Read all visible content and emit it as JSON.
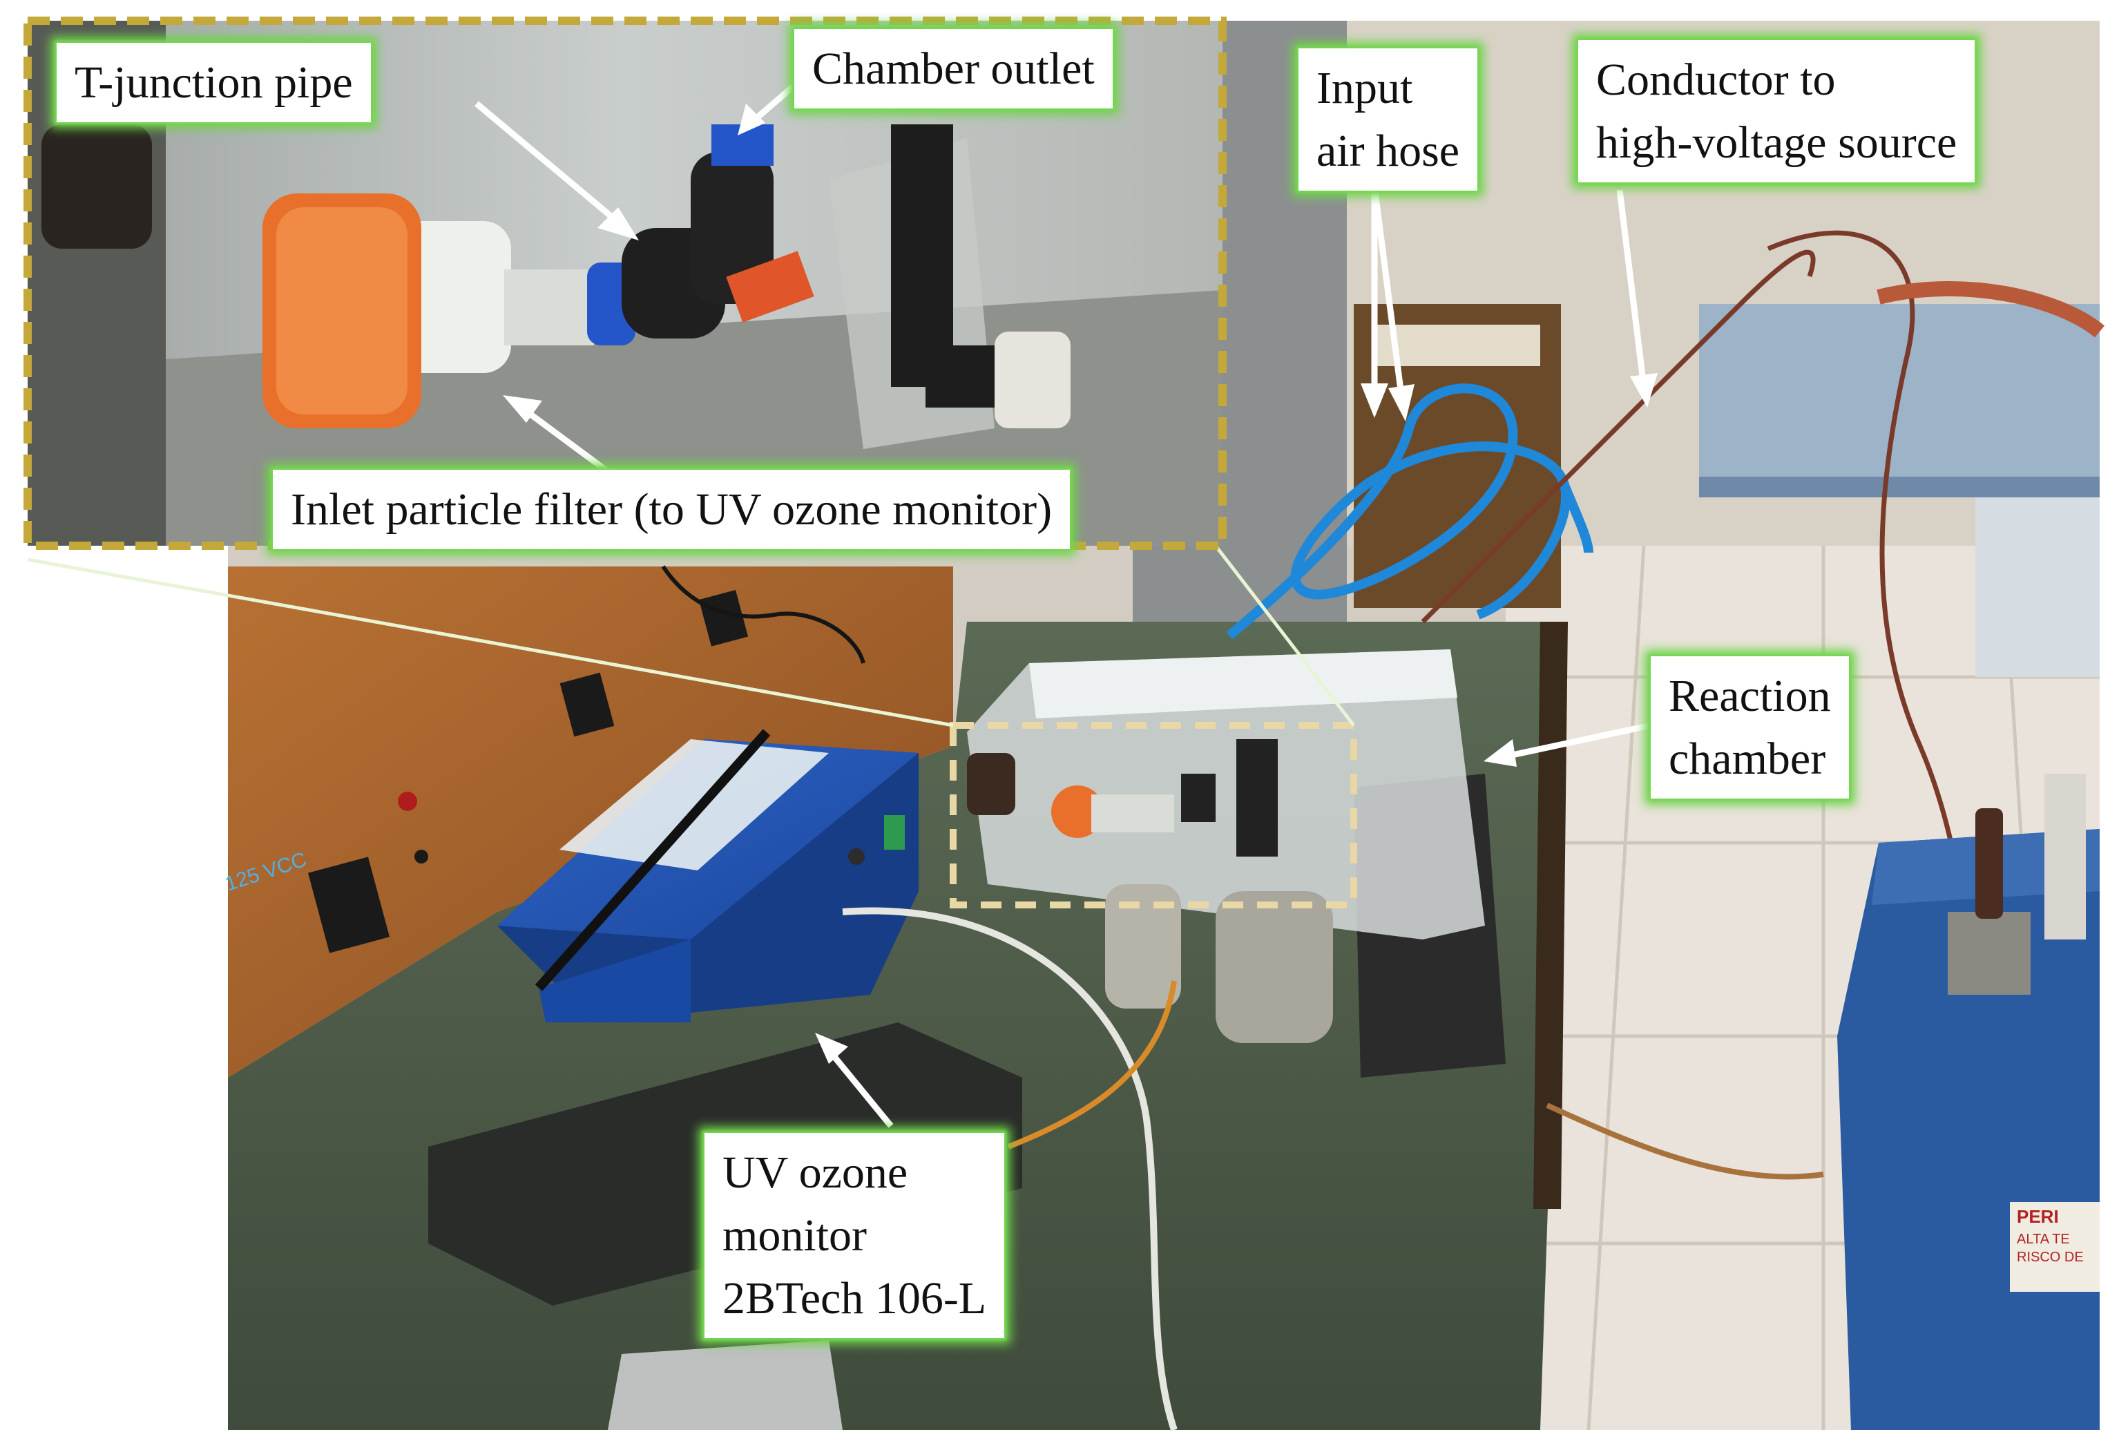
{
  "labels": {
    "t_junction": "T-junction pipe",
    "chamber_outlet": "Chamber outlet",
    "input_air_hose": [
      "Input",
      "air hose"
    ],
    "conductor": [
      "Conductor to",
      "high-voltage source"
    ],
    "inlet_filter": "Inlet particle filter (to UV ozone monitor)",
    "reaction_chamber": [
      "Reaction",
      "chamber"
    ],
    "uv_monitor": [
      "UV ozone",
      "monitor",
      "2BTech 106-L"
    ]
  },
  "background_text": {
    "panel_voltage": "125 VCC",
    "warning_sign": [
      "PERI",
      "ALTA TE",
      "RISCO DE"
    ]
  },
  "colors": {
    "label_glow": "#6fd34a",
    "arrow": "#ffffff",
    "highlight_dash": "#e9d8a6",
    "inset_frame": "#c4a93a",
    "monitor_blue": "#1f4fa8",
    "filter_orange": "#e8702a",
    "workbench_green": "#4a5a44",
    "board_brown": "#a8652f",
    "hose_blue": "#1f88d8",
    "hv_base_blue": "#2a5aa0",
    "floor_tile": "#e9e3db"
  }
}
